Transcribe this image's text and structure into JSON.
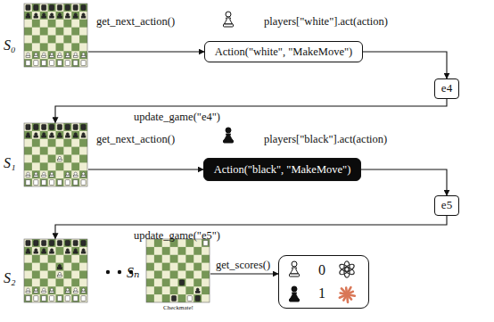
{
  "diagram": {
    "nodes": [
      {
        "text": [
          "Action(\"white\", \"MakeMove\")"
        ]
      },
      {
        "text": [
          "e4"
        ]
      },
      {
        "text": [
          "Action(\"black\", \"MakeMove\")"
        ]
      },
      {
        "text": [
          "e5"
        ]
      },
      {
        "text": [
          "0",
          "1"
        ]
      }
    ],
    "edges": [
      {
        "from": 0,
        "to": 1,
        "arrow": "to"
      },
      {
        "from": 2,
        "to": 3,
        "arrow": "to"
      }
    ],
    "labels": [
      "S₀",
      "get_next_action()",
      "players[\"white\"].act(action)",
      "update_game(\"e4\")",
      "S₁",
      "get_next_action()",
      "players[\"black\"].act(action)",
      "update_game(\"e5\")",
      "S₂",
      "Sₙ",
      "Checkmate!",
      "get_scores()"
    ]
  }
}
